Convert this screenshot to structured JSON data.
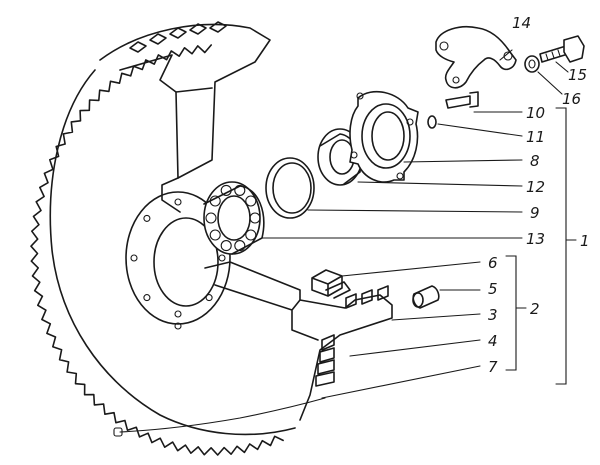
{
  "background": "#ffffff",
  "ink": "#1a1a1a",
  "labels": [
    {
      "id": "14",
      "text": "14"
    },
    {
      "id": "15",
      "text": "15"
    },
    {
      "id": "16",
      "text": "16"
    },
    {
      "id": "10",
      "text": "10"
    },
    {
      "id": "11",
      "text": "11"
    },
    {
      "id": "8",
      "text": "8"
    },
    {
      "id": "12",
      "text": "12"
    },
    {
      "id": "9",
      "text": "9"
    },
    {
      "id": "13",
      "text": "13"
    },
    {
      "id": "1",
      "text": "1"
    },
    {
      "id": "6",
      "text": "6"
    },
    {
      "id": "5",
      "text": "5"
    },
    {
      "id": "3",
      "text": "3"
    },
    {
      "id": "2",
      "text": "2"
    },
    {
      "id": "4",
      "text": "4"
    },
    {
      "id": "7",
      "text": "7"
    }
  ]
}
